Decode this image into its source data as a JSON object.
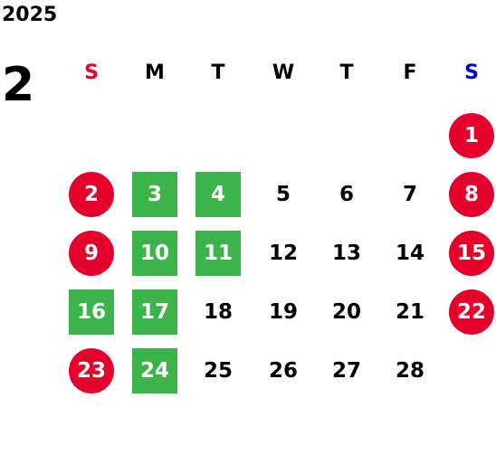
{
  "calendar": {
    "year": "2025",
    "month": "2",
    "weekdays": [
      {
        "label": "S",
        "color": "#e4002b"
      },
      {
        "label": "M",
        "color": "#000000"
      },
      {
        "label": "T",
        "color": "#000000"
      },
      {
        "label": "W",
        "color": "#000000"
      },
      {
        "label": "T",
        "color": "#000000"
      },
      {
        "label": "F",
        "color": "#000000"
      },
      {
        "label": "S",
        "color": "#0000cc"
      }
    ],
    "weeks": [
      [
        null,
        null,
        null,
        null,
        null,
        null,
        {
          "day": "1",
          "style": "holiday"
        }
      ],
      [
        {
          "day": "2",
          "style": "holiday"
        },
        {
          "day": "3",
          "style": "green"
        },
        {
          "day": "4",
          "style": "green"
        },
        {
          "day": "5",
          "style": "normal"
        },
        {
          "day": "6",
          "style": "normal"
        },
        {
          "day": "7",
          "style": "normal"
        },
        {
          "day": "8",
          "style": "holiday"
        }
      ],
      [
        {
          "day": "9",
          "style": "holiday"
        },
        {
          "day": "10",
          "style": "green"
        },
        {
          "day": "11",
          "style": "green"
        },
        {
          "day": "12",
          "style": "normal"
        },
        {
          "day": "13",
          "style": "normal"
        },
        {
          "day": "14",
          "style": "normal"
        },
        {
          "day": "15",
          "style": "holiday"
        }
      ],
      [
        {
          "day": "16",
          "style": "green"
        },
        {
          "day": "17",
          "style": "green"
        },
        {
          "day": "18",
          "style": "normal"
        },
        {
          "day": "19",
          "style": "normal"
        },
        {
          "day": "20",
          "style": "normal"
        },
        {
          "day": "21",
          "style": "normal"
        },
        {
          "day": "22",
          "style": "holiday"
        }
      ],
      [
        {
          "day": "23",
          "style": "holiday"
        },
        {
          "day": "24",
          "style": "green"
        },
        {
          "day": "25",
          "style": "normal"
        },
        {
          "day": "26",
          "style": "normal"
        },
        {
          "day": "27",
          "style": "normal"
        },
        {
          "day": "28",
          "style": "normal"
        },
        null
      ]
    ],
    "colors": {
      "holiday": "#e4002b",
      "highlight": "#3cb44b",
      "text": "#000000"
    }
  }
}
